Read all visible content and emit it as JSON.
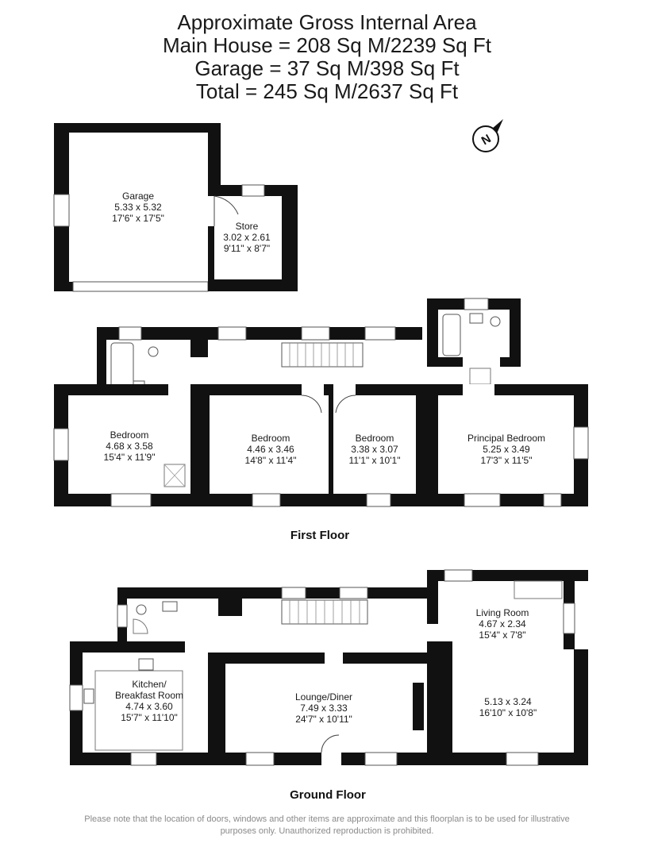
{
  "header": {
    "line1": "Approximate Gross Internal Area",
    "line2": "Main House = 208 Sq M/2239 Sq Ft",
    "line3": "Garage = 37 Sq M/398 Sq Ft",
    "line4": "Total = 245 Sq M/2637 Sq Ft"
  },
  "compass": {
    "letter": "N",
    "icon": "north-arrow-icon"
  },
  "garage": {
    "garage": {
      "name": "Garage",
      "metric": "5.33 x 5.32",
      "imperial": "17'6\" x 17'5\""
    },
    "store": {
      "name": "Store",
      "metric": "3.02 x 2.61",
      "imperial": "9'11\" x 8'7\""
    }
  },
  "first_floor": {
    "label": "First Floor",
    "bedroom1": {
      "name": "Bedroom",
      "metric": "4.68 x 3.58",
      "imperial": "15'4\" x 11'9\""
    },
    "bedroom2": {
      "name": "Bedroom",
      "metric": "4.46 x 3.46",
      "imperial": "14'8\" x 11'4\""
    },
    "bedroom3": {
      "name": "Bedroom",
      "metric": "3.38 x 3.07",
      "imperial": "11'1\" x 10'1\""
    },
    "principal": {
      "name": "Principal Bedroom",
      "metric": "5.25 x 3.49",
      "imperial": "17'3\" x 11'5\""
    }
  },
  "ground_floor": {
    "label": "Ground Floor",
    "kitchen": {
      "name1": "Kitchen/",
      "name2": "Breakfast Room",
      "metric": "4.74 x 3.60",
      "imperial": "15'7\" x 11'10\""
    },
    "lounge": {
      "name": "Lounge/Diner",
      "metric": "7.49 x 3.33",
      "imperial": "24'7\" x 10'11\""
    },
    "living": {
      "name": "Living Room",
      "metric": "4.67 x 2.34",
      "imperial": "15'4\" x 7'8\""
    },
    "living_ext": {
      "metric": "5.13 x 3.24",
      "imperial": "16'10\" x 10'8\""
    }
  },
  "footer": {
    "line1": "Please note that the location of doors, windows and other items are approximate and this floorplan is to be used for illustrative",
    "line2": "purposes only. Unauthorized reproduction is prohibited."
  },
  "colors": {
    "wall": "#111111",
    "line": "#444444",
    "footer": "#8a8a8a"
  }
}
